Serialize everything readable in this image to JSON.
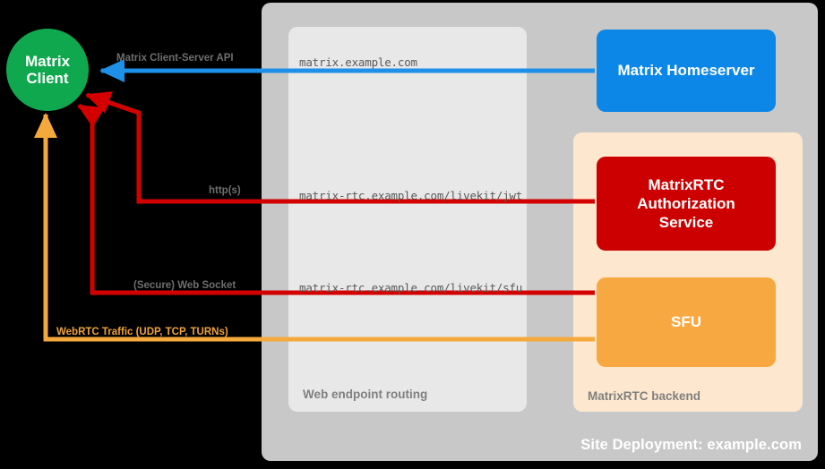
{
  "diagram": {
    "title": "Site Deployment: example.com",
    "colors": {
      "client": "#10a84f",
      "homeserver": "#0c87e8",
      "auth_service": "#cc0000",
      "sfu": "#f7a840",
      "site_container": "#c8c8c8",
      "routing_container": "#e8e8e8",
      "backend_container": "#fde7cf",
      "arrow_blue": "#1e90e8",
      "arrow_red": "#d40000",
      "arrow_orange": "#f5a93c",
      "label_gray": "#6e6e6e"
    }
  },
  "containers": {
    "site_deployment": {
      "label": "Site Deployment: example.com"
    },
    "web_endpoint_routing": {
      "label": "Web endpoint routing"
    },
    "matrixrtc_backend": {
      "label": "MatrixRTC backend"
    }
  },
  "nodes": {
    "matrix_client": {
      "line1": "Matrix",
      "line2": "Client"
    },
    "matrix_homeserver": {
      "label": "Matrix Homeserver"
    },
    "auth_service": {
      "line1": "MatrixRTC",
      "line2": "Authorization",
      "line3": "Service"
    },
    "sfu": {
      "label": "SFU"
    }
  },
  "edges": [
    {
      "id": "cs-api",
      "protocol_label": "Matrix Client-Server API",
      "endpoint_label": "matrix.example.com",
      "color": "#1e90e8",
      "from": "matrix_homeserver",
      "to": "matrix_client"
    },
    {
      "id": "jwt",
      "protocol_label": "http(s)",
      "endpoint_label": "matrix-rtc.example.com/livekit/jwt",
      "color": "#d40000",
      "from": "auth_service",
      "to": "matrix_client"
    },
    {
      "id": "sfu-ws",
      "protocol_label": "(Secure) Web Socket",
      "endpoint_label": "matrix-rtc.example.com/livekit/sfu",
      "color": "#d40000",
      "from": "sfu",
      "to": "matrix_client"
    },
    {
      "id": "webrtc",
      "protocol_label": "WebRTC Traffic (UDP, TCP, TURNs)",
      "endpoint_label": "",
      "color": "#f5a93c",
      "from": "sfu",
      "to": "matrix_client"
    }
  ]
}
